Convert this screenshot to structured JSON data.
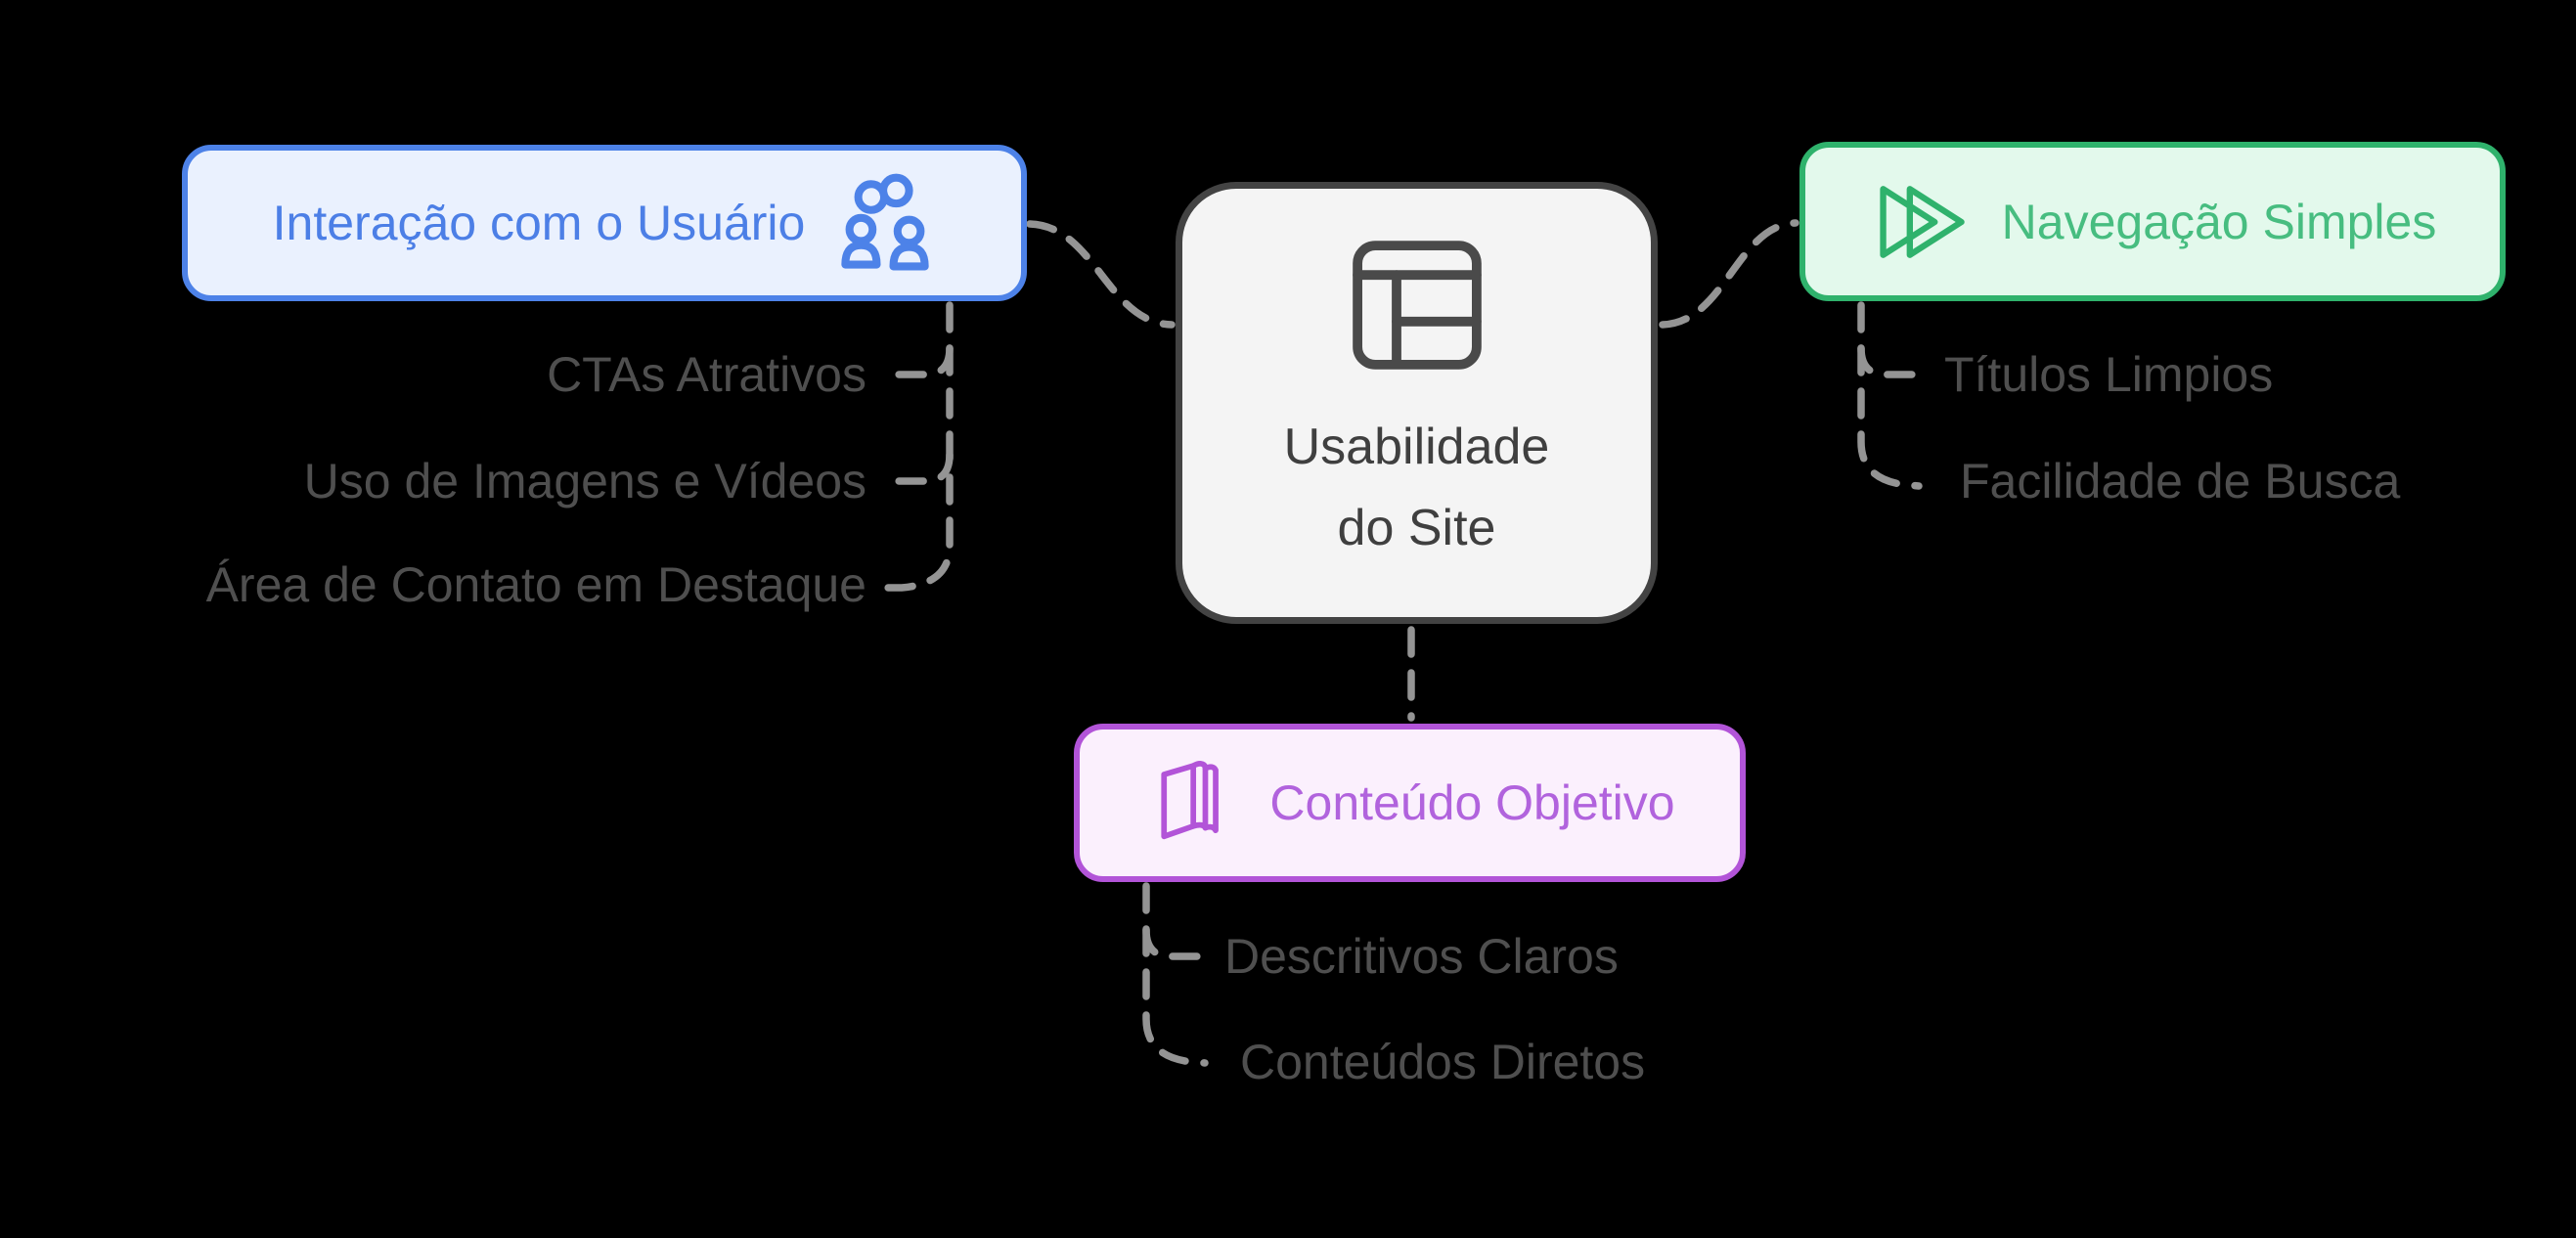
{
  "diagram": {
    "center": {
      "title": "Usabilidade do Site",
      "icon": "layout-panels-icon"
    },
    "branches": {
      "interacao": {
        "label": "Interação com o Usuário",
        "icon": "linked-users-icon",
        "children": [
          "CTAs Atrativos",
          "Uso de Imagens e Vídeos",
          "Área de Contato em Destaque"
        ]
      },
      "navegacao": {
        "label": "Navegação Simples",
        "icon": "double-chevron-icon",
        "children": [
          "Títulos Limpios",
          "Facilidade de Busca"
        ]
      },
      "conteudo": {
        "label": "Conteúdo Objetivo",
        "icon": "open-book-icon",
        "children": [
          "Descritivos Claros",
          "Conteúdos Diretos"
        ]
      }
    }
  },
  "colors": {
    "background": "#000000",
    "connector": "#949494",
    "subtopic-text": "#4f4f4f",
    "center-bg": "#f4f4f4",
    "center-border": "#434343",
    "center-text": "#3f3f3f",
    "center-icon": "#4a4a4a",
    "blue-accent": "#4d82e8",
    "blue-bg": "#eaf1fe",
    "blue-text": "#4c7fe6",
    "green-accent": "#2fb26c",
    "green-bg": "#e3f9ec",
    "green-text": "#47bd80",
    "purple-accent": "#b254d8",
    "purple-bg": "#fbf0fd",
    "purple-text": "#b163dd"
  }
}
